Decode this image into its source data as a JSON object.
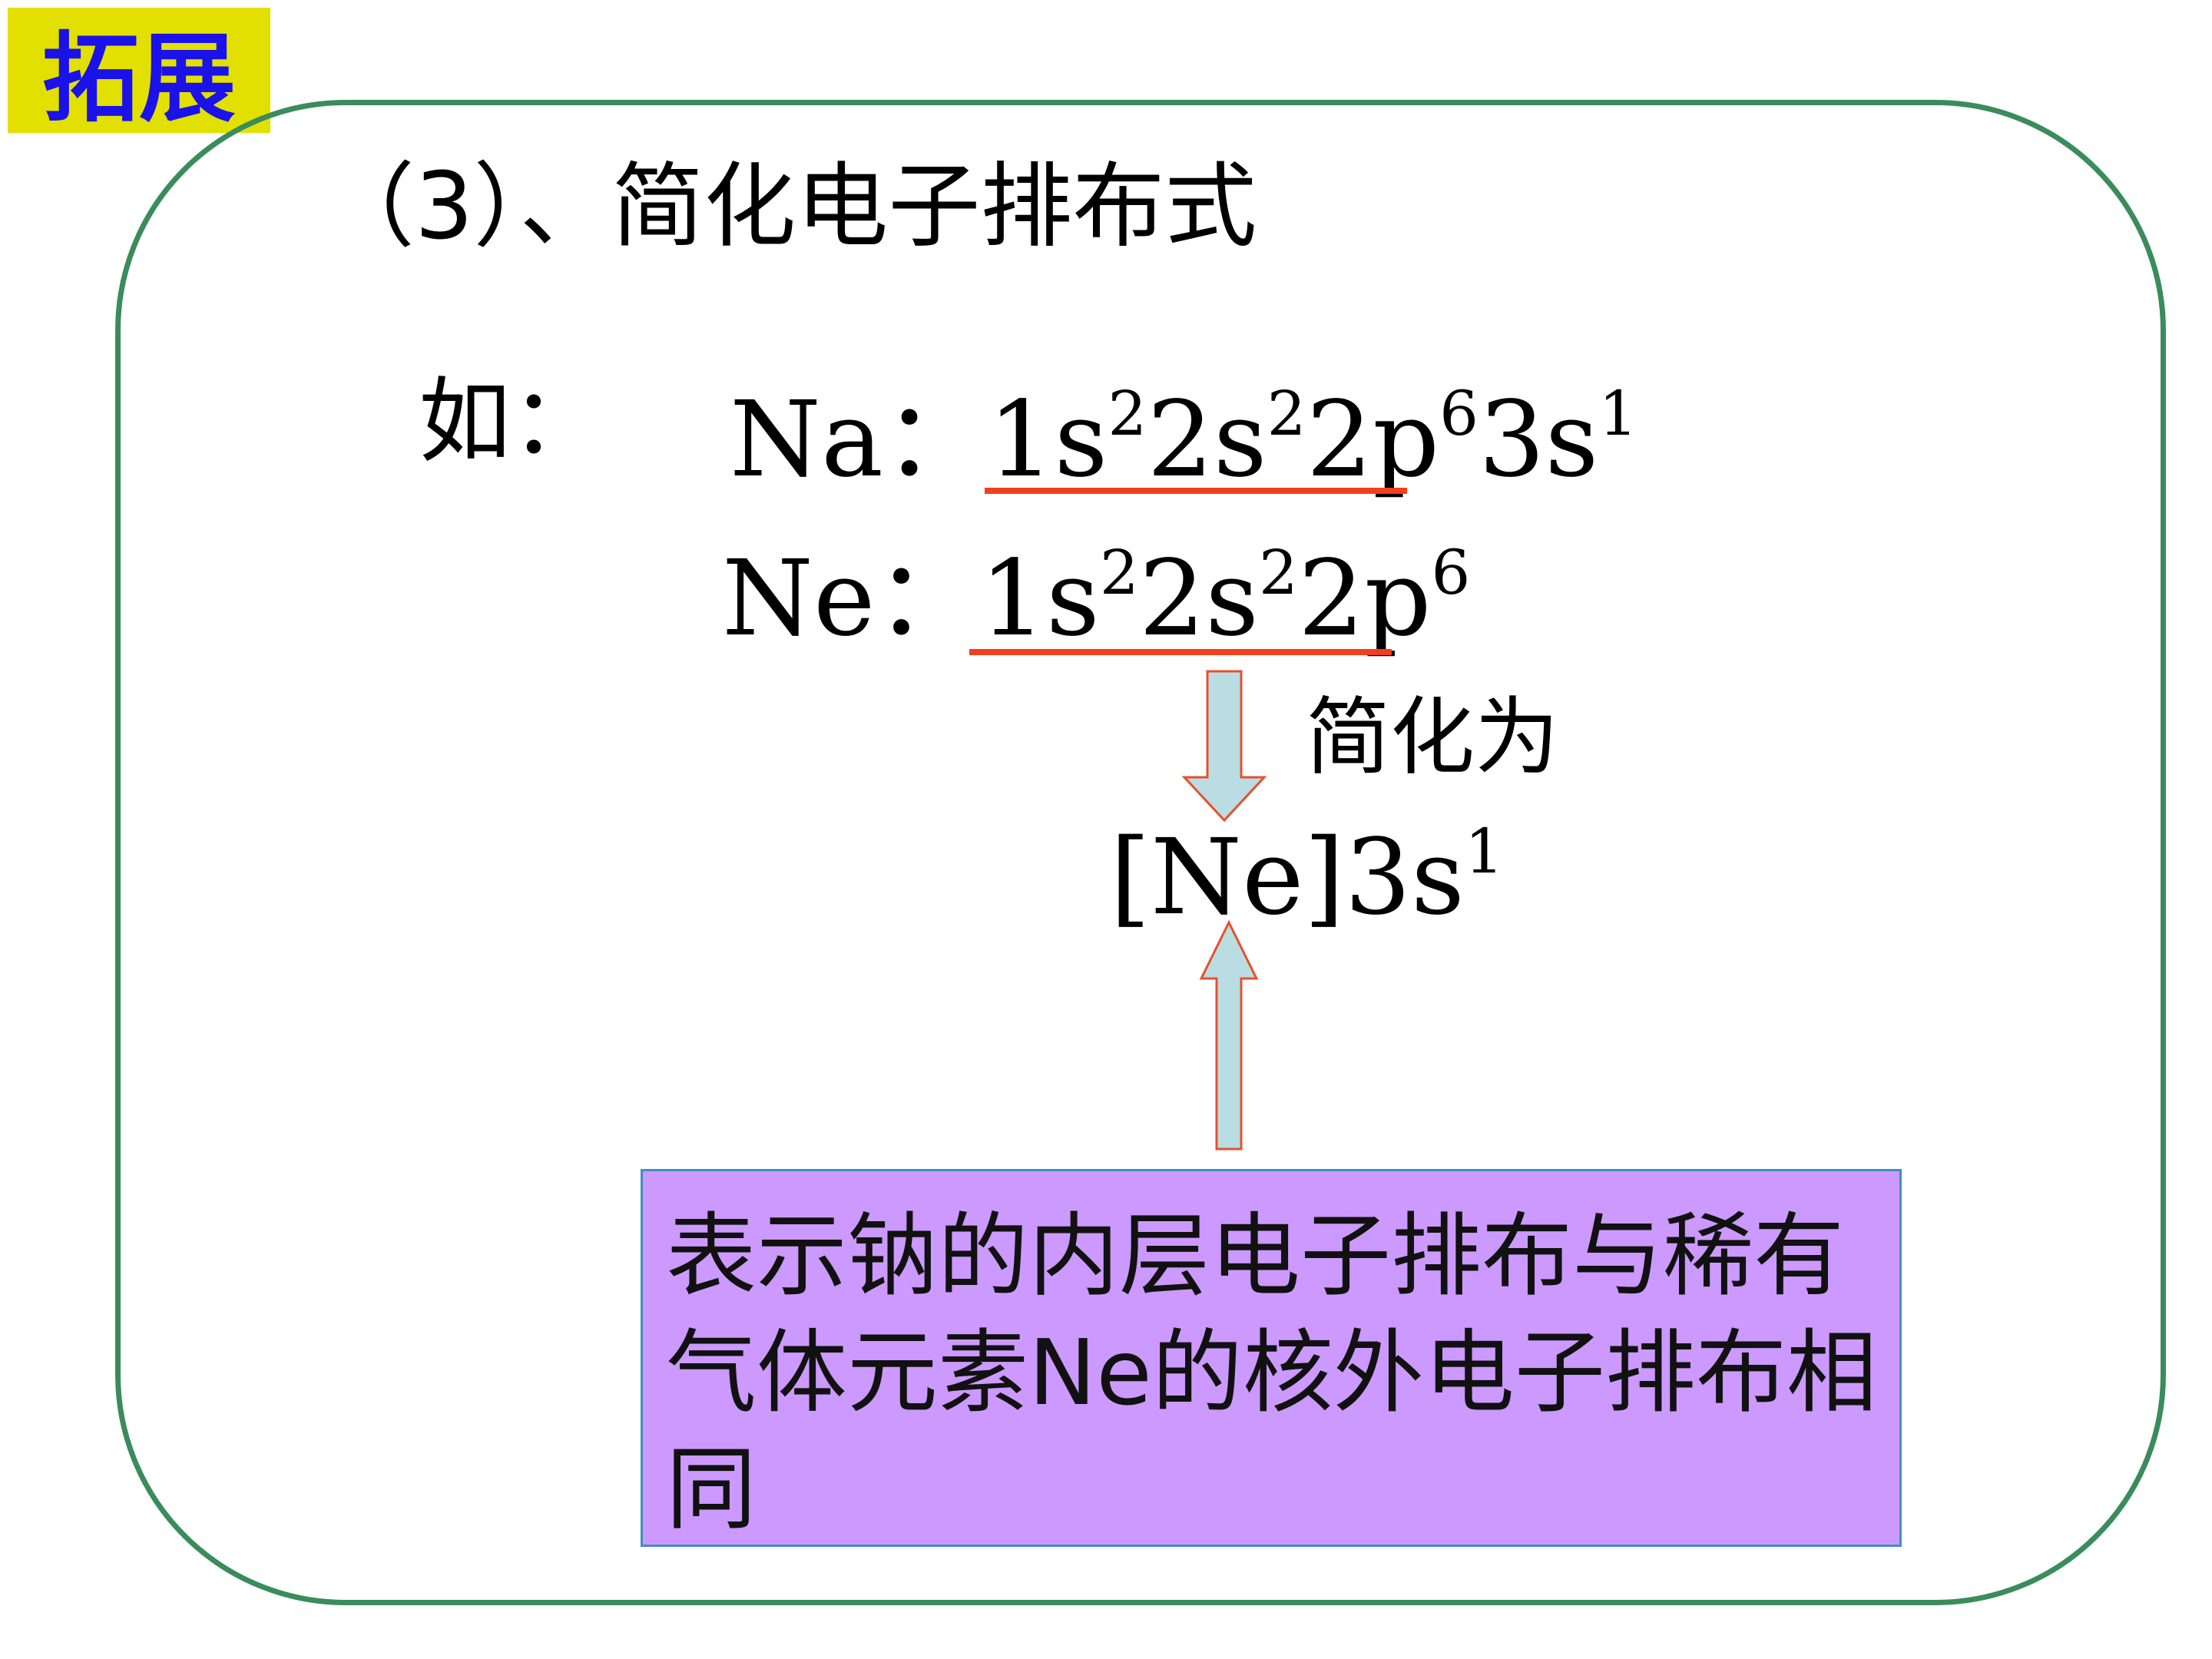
{
  "tag": "拓展",
  "heading": "（3）、简化电子排布式",
  "example_label": "如：",
  "na": {
    "symbol": "Na：",
    "config": [
      [
        "1s",
        "2"
      ],
      [
        "2s",
        "2"
      ],
      [
        "2p",
        "6"
      ],
      [
        "3s",
        "1"
      ]
    ]
  },
  "ne": {
    "symbol": "Ne：",
    "config": [
      [
        "1s",
        "2"
      ],
      [
        "2s",
        "2"
      ],
      [
        "2p",
        "6"
      ]
    ]
  },
  "arrow_label": "简化为",
  "simplified": {
    "core": "[Ne]",
    "config": [
      [
        "3s",
        "1"
      ]
    ]
  },
  "note": "表示钠的内层电子排布与稀有气体元素Ne的核外电子排布相同",
  "colors": {
    "tag_bg": "#e2e000",
    "tag_text": "#1a12e8",
    "frame": "#3a8c5c",
    "underline": "#f0401c",
    "arrow_fill": "#b9dde3",
    "arrow_stroke": "#e8502c",
    "note_bg": "#cc99ff",
    "note_border": "#3f8fc0"
  }
}
